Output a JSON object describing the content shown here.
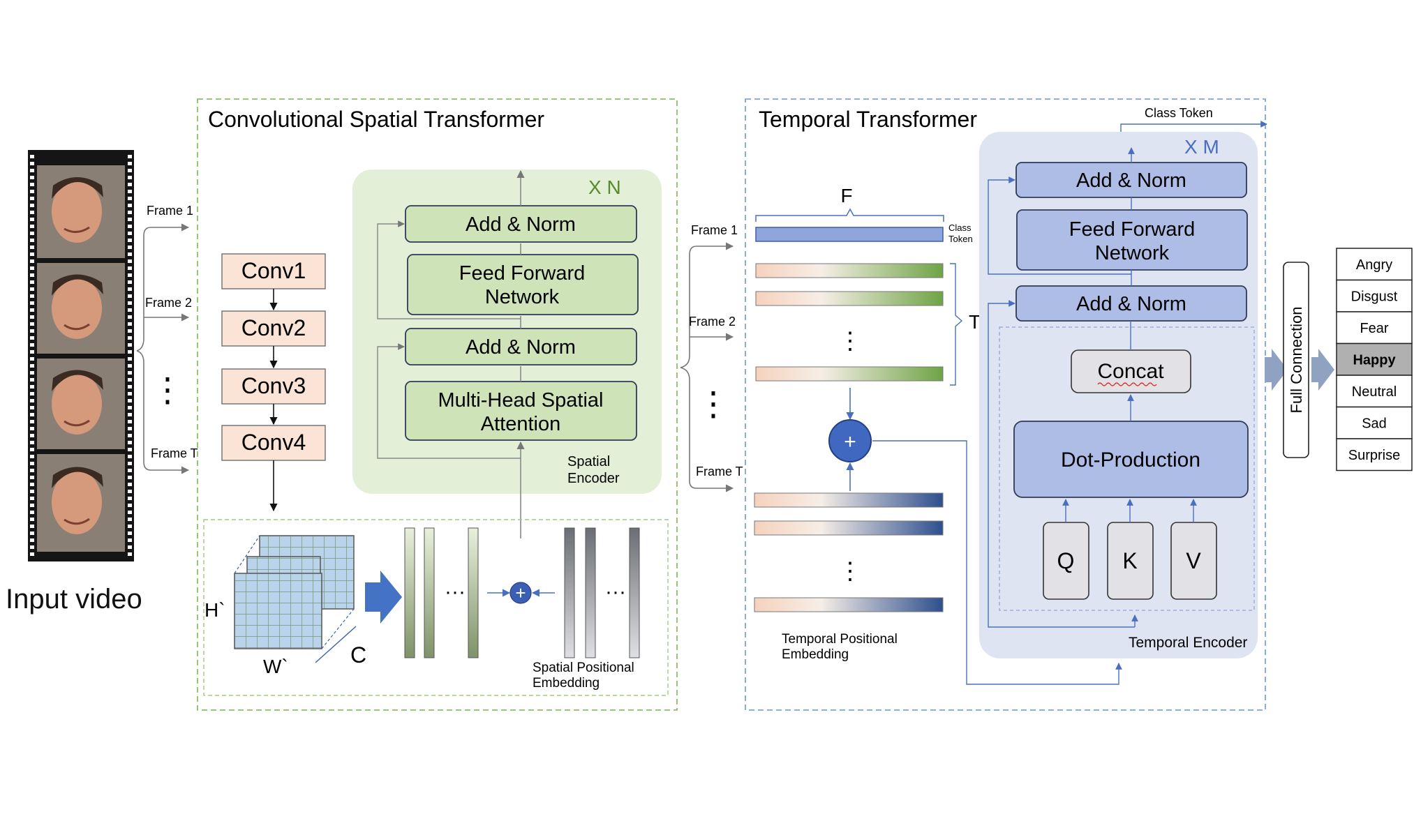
{
  "input": {
    "title": "Input video",
    "frames": [
      "Frame 1",
      "Frame 2",
      "Frame T"
    ]
  },
  "spatial": {
    "title": "Convolutional Spatial Transformer",
    "convs": [
      "Conv1",
      "Conv2",
      "Conv3",
      "Conv4"
    ],
    "repeat": "X N",
    "add_norm": "Add & Norm",
    "ffn": [
      "Feed Forward",
      "Network"
    ],
    "mhsa": [
      "Multi-Head Spatial",
      "Attention"
    ],
    "encoder": [
      "Spatial",
      "Encoder"
    ],
    "dims": {
      "h": "H`",
      "w": "W`",
      "c": "C"
    },
    "pos_emb": [
      "Spatial Positional",
      "Embedding"
    ],
    "ellipsis": "···"
  },
  "temporal": {
    "title": "Temporal Transformer",
    "frames": [
      "Frame 1",
      "Frame 2",
      "Frame T"
    ],
    "f_label": "F",
    "t_label": "T",
    "class_token": [
      "Class",
      "Token"
    ],
    "class_token_top": "Class Token",
    "pos_emb": [
      "Temporal Positional",
      "Embedding"
    ],
    "repeat": "X M",
    "add_norm": "Add & Norm",
    "ffn": [
      "Feed Forward",
      "Network"
    ],
    "concat": "Concat",
    "dot": "Dot-Production",
    "qkv": [
      "Q",
      "K",
      "V"
    ],
    "encoder": "Temporal Encoder"
  },
  "fc": "Full Connection",
  "classes": [
    "Angry",
    "Disgust",
    "Fear",
    "Happy",
    "Neutral",
    "Sad",
    "Surprise"
  ],
  "highlight": "Happy",
  "plus": "+",
  "vdots": "⋮",
  "colors": {
    "green_frame": "#8cc063",
    "green_fill": "#e3efd6",
    "green_block": "#cfe3b8",
    "blue_frame": "#7ea6d8",
    "blue_panel": "#dfe4f3",
    "blue_block": "#aebde6",
    "conv_fill": "#fbe3d5",
    "accent": "#4a6fc0",
    "gray_block": "#e2e2e6"
  }
}
